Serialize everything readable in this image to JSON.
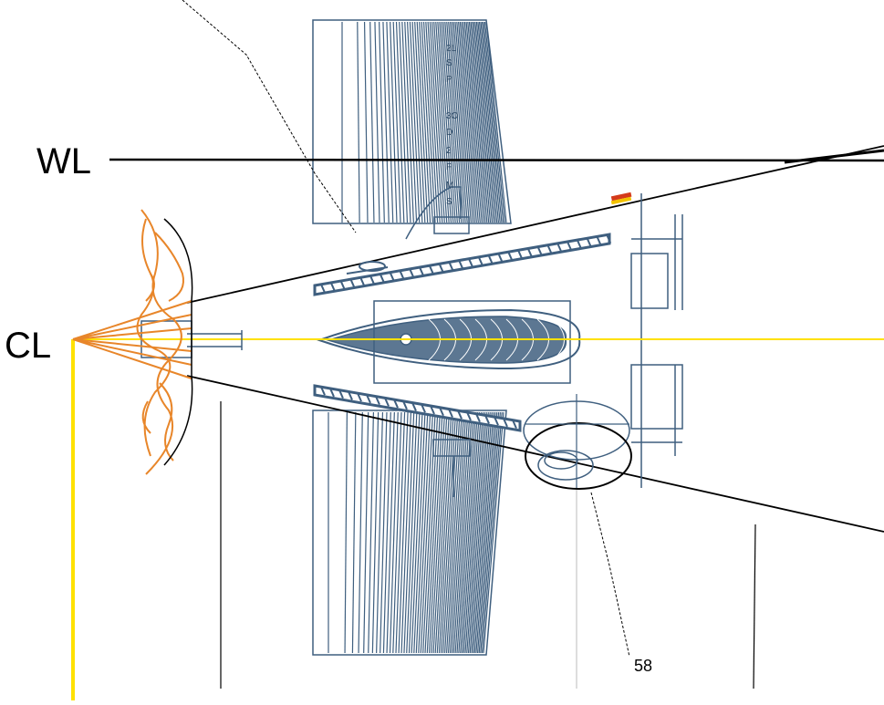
{
  "labels": {
    "waterline": "WL",
    "centerline": "CL",
    "callout": "58"
  },
  "wing_strip_labels": [
    "2L",
    "S",
    "P",
    "3O",
    "D",
    "2",
    "F",
    "M",
    "S"
  ],
  "colors": {
    "structure": "#3f5f7f",
    "outline": "#000000",
    "centerline": "#ffe100",
    "propeller": "#e8862a",
    "marker_red": "#d43a1a",
    "marker_yellow": "#f2c200"
  }
}
